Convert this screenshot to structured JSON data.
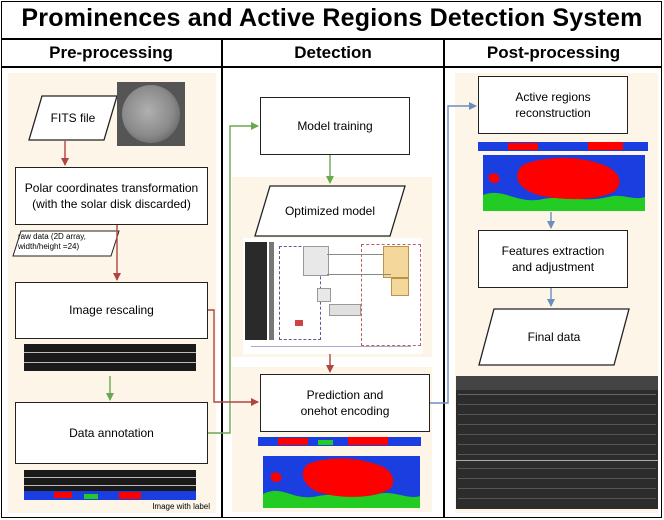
{
  "title": "Prominences and Active Regions Detection System",
  "columns": {
    "preprocessing": "Pre-processing",
    "detection": "Detection",
    "postprocessing": "Post-processing"
  },
  "pre": {
    "fits": "FITS file",
    "polar_line1": "Polar coordinates transformation",
    "polar_line2": "(with the solar disk discarded)",
    "raw_line1": "raw data (2D array,",
    "raw_line2": "width/height =24)",
    "rescale": "Image rescaling",
    "annotation": "Data annotation",
    "image_caption": "Image with label"
  },
  "det": {
    "training": "Model training",
    "optimized": "Optimized model",
    "pred_line1": "Prediction and",
    "pred_line2": "onehot encoding"
  },
  "post": {
    "ar": "Active regions reconstruction",
    "feat_line1": "Features extraction",
    "feat_line2": "and adjustment",
    "final": "Final data"
  },
  "colors": {
    "arrow_red": "#b04540",
    "arrow_green": "#6aa84f",
    "arrow_blue": "#6a8fbf",
    "panel_bg": "#fdf5e8",
    "label_red": "#ff0000",
    "label_green": "#22cc22",
    "label_blue": "#1a3ee0"
  }
}
